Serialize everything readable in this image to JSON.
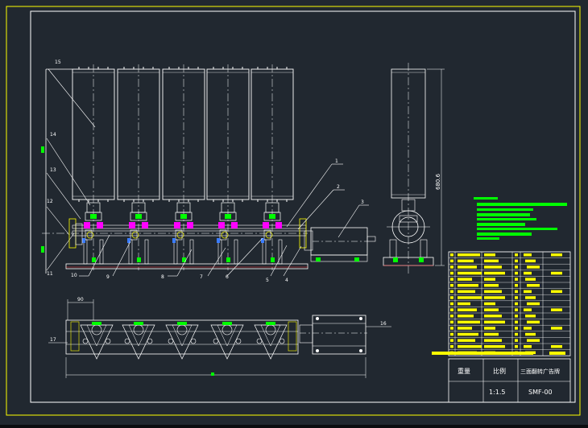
{
  "drawing": {
    "title_cells": {
      "weight_label": "重量",
      "scale_label": "比例",
      "name": "三面翻转广告牌",
      "scale_value": "1:1.5",
      "drawing_no": "SMF-00"
    },
    "dimension_texts": {
      "height_dim": "680.6",
      "pitch_dim": "90"
    },
    "balloons_left": [
      "15",
      "14",
      "13",
      "12",
      "11"
    ],
    "balloons_right": [
      "1",
      "2",
      "3"
    ],
    "balloons_bottom": [
      "10",
      "9",
      "8",
      "7",
      "6",
      "5",
      "4"
    ],
    "balloon_plan_left": "17",
    "balloon_plan_right": "16",
    "colors": {
      "background": "#212830",
      "frame": "#ffffff",
      "yellow": "#ffff00",
      "green": "#00ff00",
      "magenta": "#ff00ff",
      "red": "#ff3030",
      "blue": "#3a7cff"
    }
  }
}
